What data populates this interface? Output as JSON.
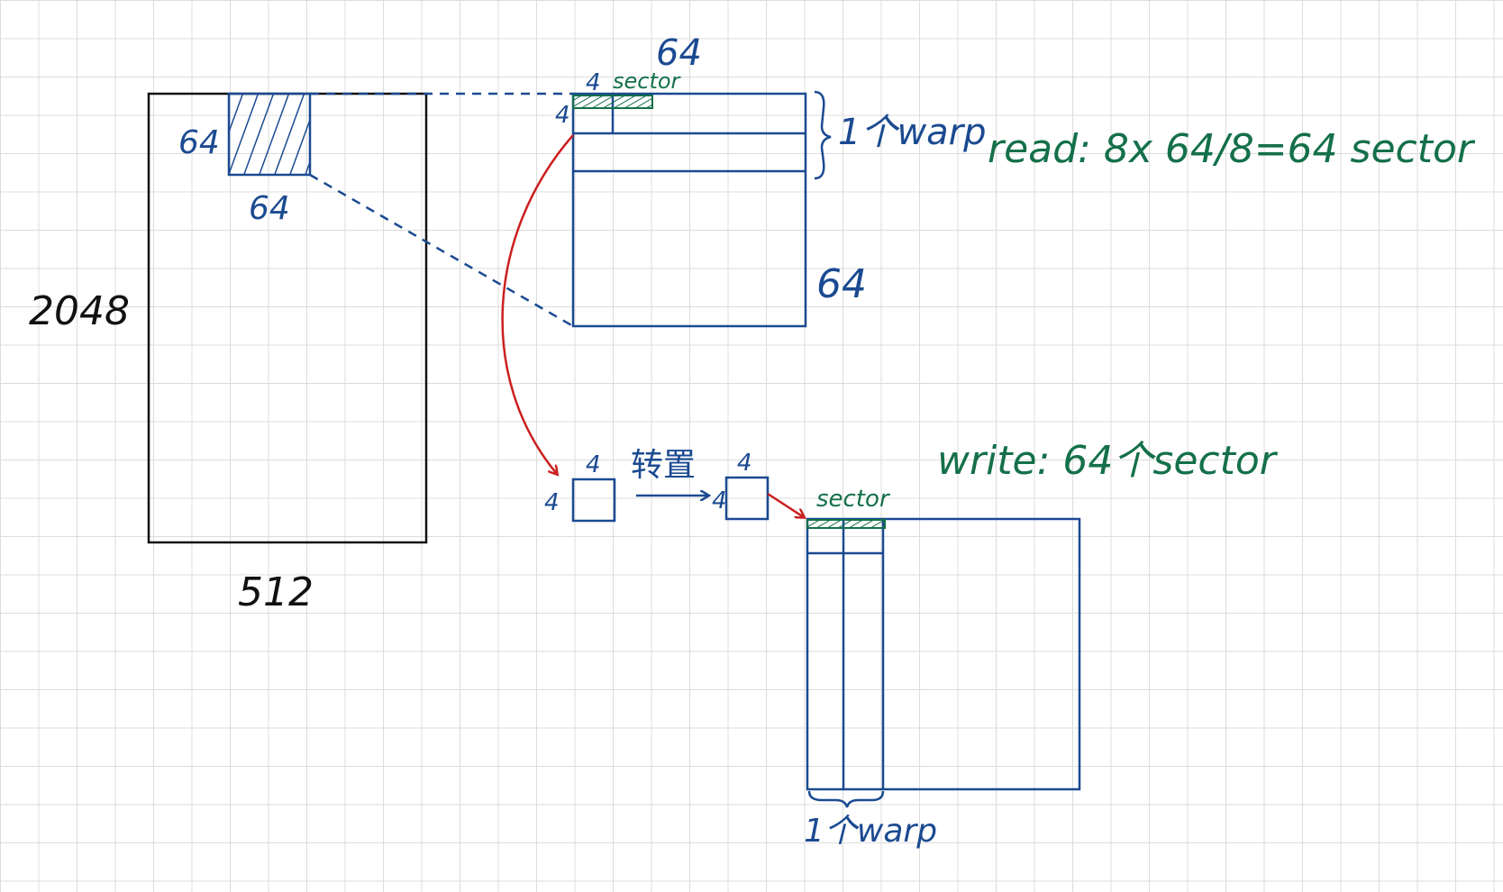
{
  "matrix": {
    "rows": "2048",
    "cols": "512"
  },
  "tile": {
    "height": "64",
    "width": "64"
  },
  "read_block": {
    "width": "64",
    "height": "64",
    "sub_width": "4",
    "sub_height": "4",
    "sector_label": "sector",
    "warp_label": "1个warp"
  },
  "read_note": "read: 8x 64/8=64 sector",
  "transpose": {
    "label": "转置",
    "before": {
      "w": "4",
      "h": "4"
    },
    "after": {
      "w": "4",
      "h": "4"
    }
  },
  "write_block": {
    "sector_label": "sector",
    "warp_label": "1个warp"
  },
  "write_note": "write: 64个sector",
  "colors": {
    "blue": "#1b4a91",
    "green": "#14704a",
    "red": "#cc1f1f",
    "black": "#111111"
  }
}
